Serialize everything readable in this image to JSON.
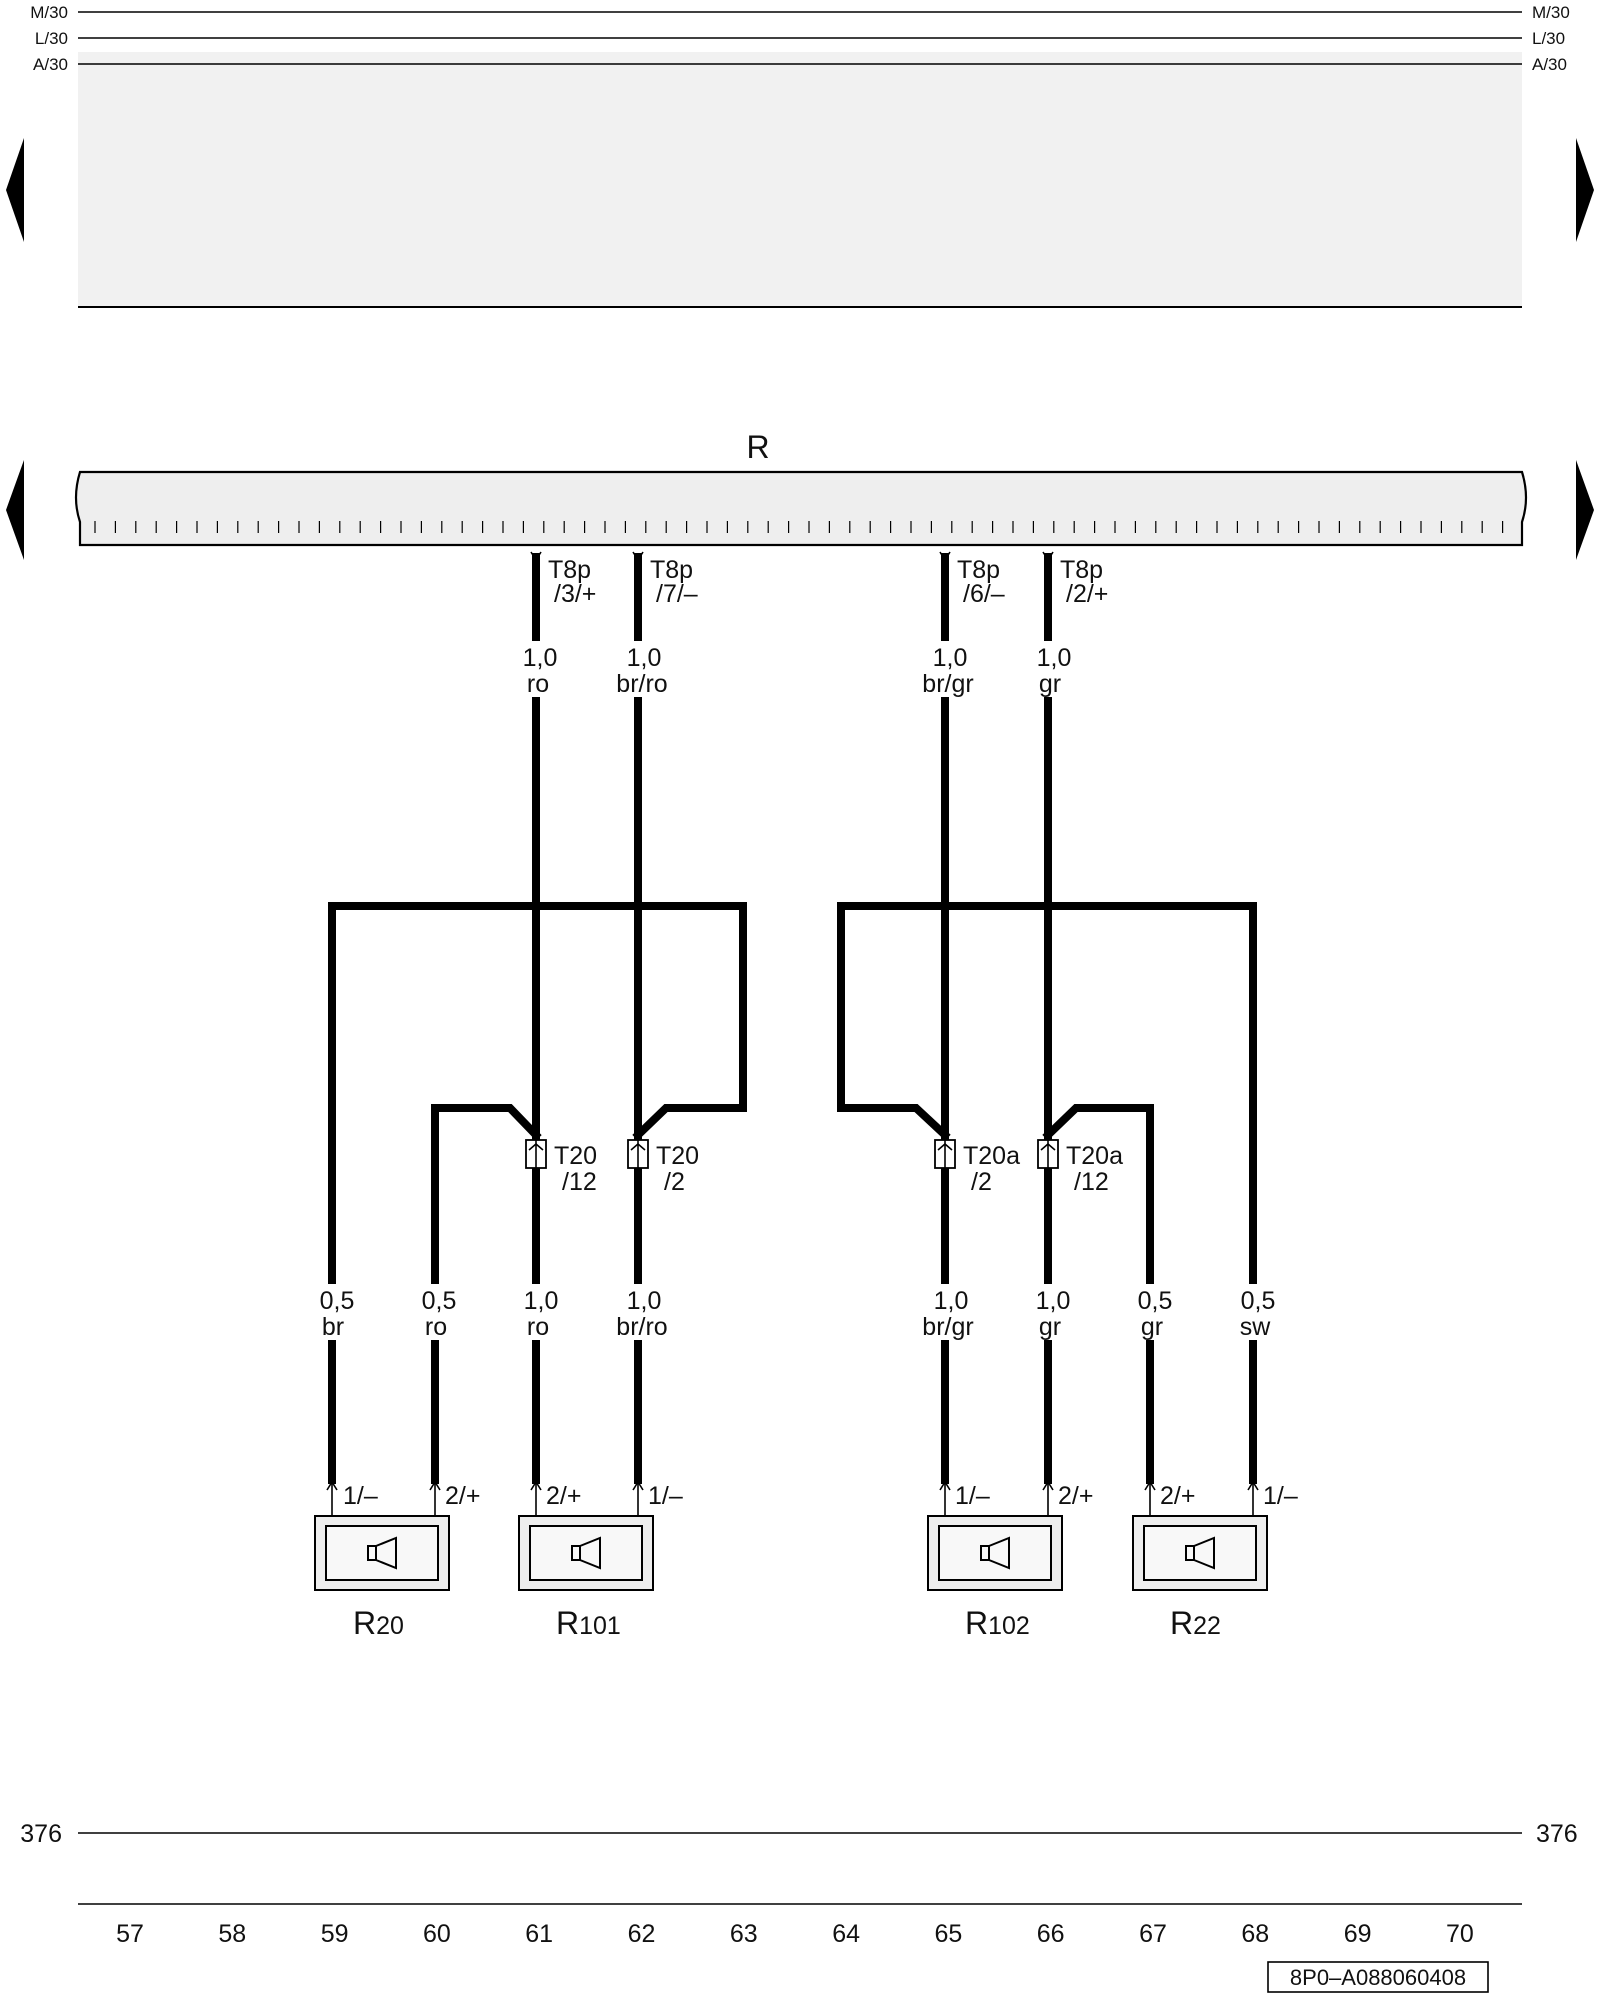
{
  "rails": [
    {
      "label_left": "M/30",
      "label_right": "M/30"
    },
    {
      "label_left": "L/30",
      "label_right": "L/30"
    },
    {
      "label_left": "A/30",
      "label_right": "A/30"
    }
  ],
  "unit": {
    "name": "R"
  },
  "connectors_top": [
    {
      "name": "T8p",
      "pin": "/3/+"
    },
    {
      "name": "T8p",
      "pin": "/7/–"
    },
    {
      "name": "T8p",
      "pin": "/6/–"
    },
    {
      "name": "T8p",
      "pin": "/2/+"
    }
  ],
  "wires_top": [
    {
      "size": "1,0",
      "color": "ro"
    },
    {
      "size": "1,0",
      "color": "br/ro"
    },
    {
      "size": "1,0",
      "color": "br/gr"
    },
    {
      "size": "1,0",
      "color": "gr"
    }
  ],
  "connectors_mid": [
    {
      "name": "T20",
      "pin": "/12"
    },
    {
      "name": "T20",
      "pin": "/2"
    },
    {
      "name": "T20a",
      "pin": "/2"
    },
    {
      "name": "T20a",
      "pin": "/12"
    }
  ],
  "wires_bottom": [
    {
      "size": "0,5",
      "color": "br"
    },
    {
      "size": "0,5",
      "color": "ro"
    },
    {
      "size": "1,0",
      "color": "ro"
    },
    {
      "size": "1,0",
      "color": "br/ro"
    },
    {
      "size": "1,0",
      "color": "br/gr"
    },
    {
      "size": "1,0",
      "color": "gr"
    },
    {
      "size": "0,5",
      "color": "gr"
    },
    {
      "size": "0,5",
      "color": "sw"
    }
  ],
  "pins_bottom": [
    "1/–",
    "2/+",
    "2/+",
    "1/–",
    "1/–",
    "2/+",
    "2/+",
    "1/–"
  ],
  "speakers": [
    {
      "letter": "R",
      "number": "20"
    },
    {
      "letter": "R",
      "number": "101"
    },
    {
      "letter": "R",
      "number": "102"
    },
    {
      "letter": "R",
      "number": "22"
    }
  ],
  "ground": {
    "label_left": "376",
    "label_right": "376"
  },
  "columns": [
    "57",
    "58",
    "59",
    "60",
    "61",
    "62",
    "63",
    "64",
    "65",
    "66",
    "67",
    "68",
    "69",
    "70"
  ],
  "drawing_id": "8P0–A088060408"
}
